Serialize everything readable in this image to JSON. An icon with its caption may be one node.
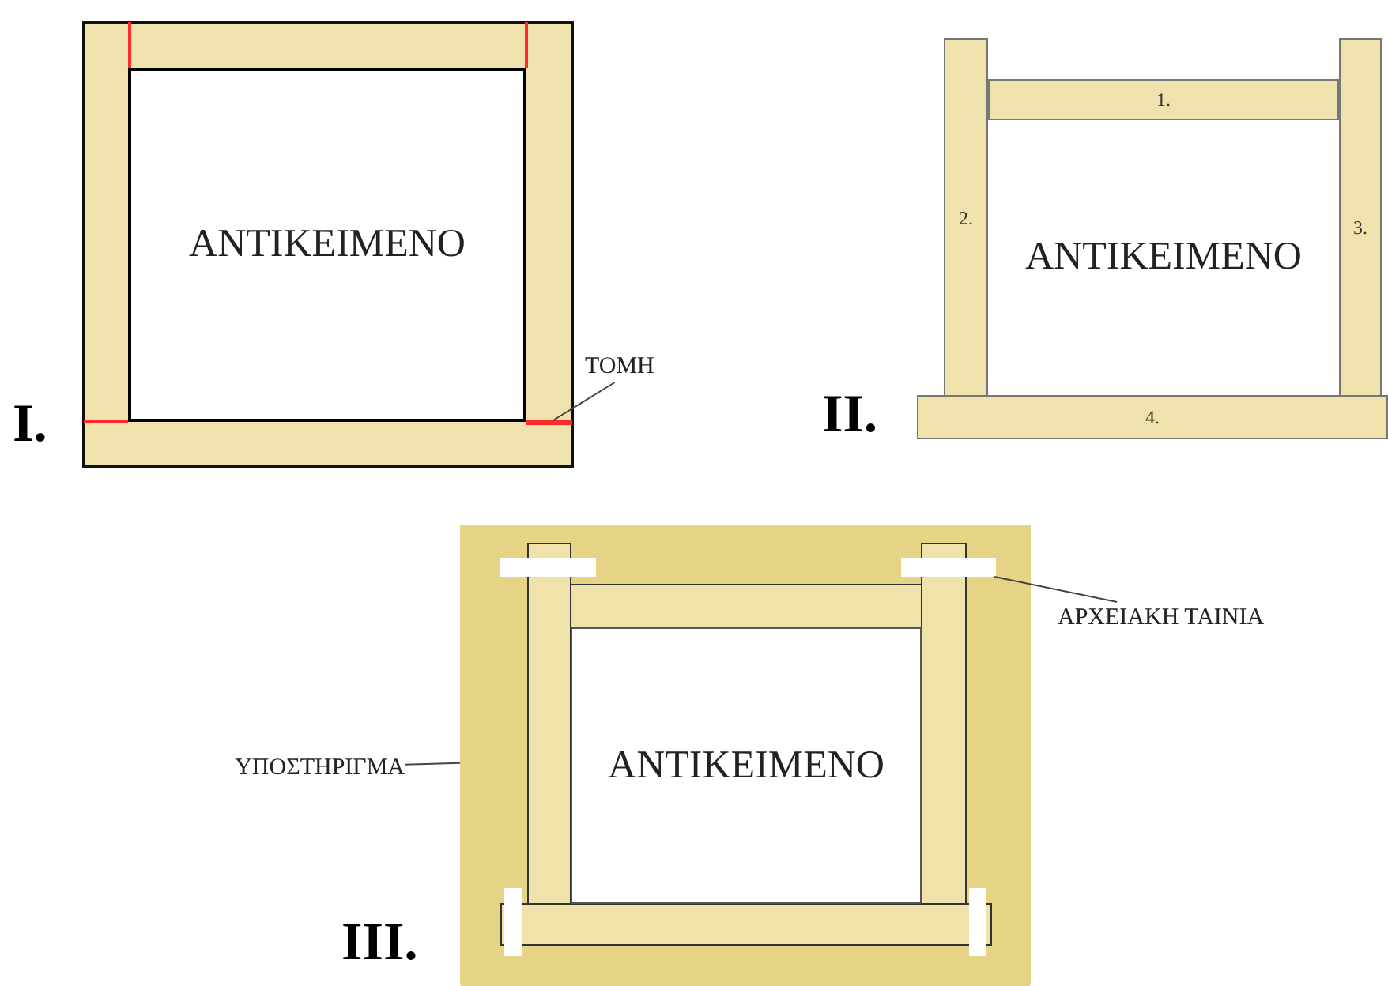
{
  "diagram": {
    "nodes": [
      {
        "text": [
          "ΑΝΤΙΚΕΙΜΕΝΟ"
        ]
      },
      {
        "text": [],
        "shape": "bar"
      },
      {
        "text": [
          "ΤΟΜΗ"
        ]
      },
      {
        "text": [
          "1."
        ]
      },
      {
        "text": [
          "2."
        ]
      },
      {
        "text": [
          "ΑΝΤΙΚΕΙΜΕΝΟ"
        ]
      },
      {
        "text": [
          "3."
        ]
      },
      {
        "text": [
          "4."
        ]
      },
      {
        "text": [],
        "shape": "box"
      },
      {
        "text": [],
        "shape": "bar",
        "in": 8
      },
      {
        "text": [
          "ΑΡΧΕΙΑΚΗ ΤΑΙΝΙΑ"
        ]
      },
      {
        "text": [
          "ΥΠΟΣΤΗΡΙΓΜΑ"
        ]
      },
      {
        "text": [
          "ΑΝΤΙΚΕΙΜΕΝΟ"
        ],
        "in": 8
      }
    ],
    "edges": [
      {
        "from": 2,
        "to": 1,
        "arrow": "none"
      },
      {
        "from": 10,
        "to": 9,
        "arrow": "none"
      },
      {
        "from": 11,
        "to": 8,
        "arrow": "none"
      }
    ],
    "labels": [
      "I.",
      "II.",
      "III."
    ]
  }
}
